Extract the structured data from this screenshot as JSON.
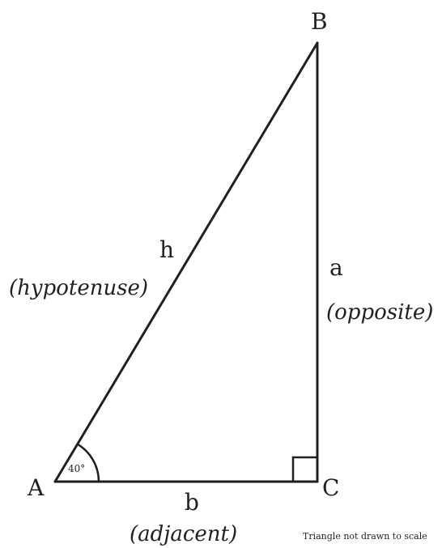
{
  "vertices": {
    "a": "A",
    "b": "B",
    "c": "C"
  },
  "sides": {
    "hypotenuse_letter": "h",
    "hypotenuse_role": "(hypotenuse)",
    "opposite_letter": "a",
    "opposite_role": "(opposite)",
    "adjacent_letter": "b",
    "adjacent_role": "(adjacent)"
  },
  "angle_a": "40°",
  "note": "Triangle not drawn to scale",
  "colors": {
    "ink": "#231f20",
    "background": "#ffffff"
  }
}
